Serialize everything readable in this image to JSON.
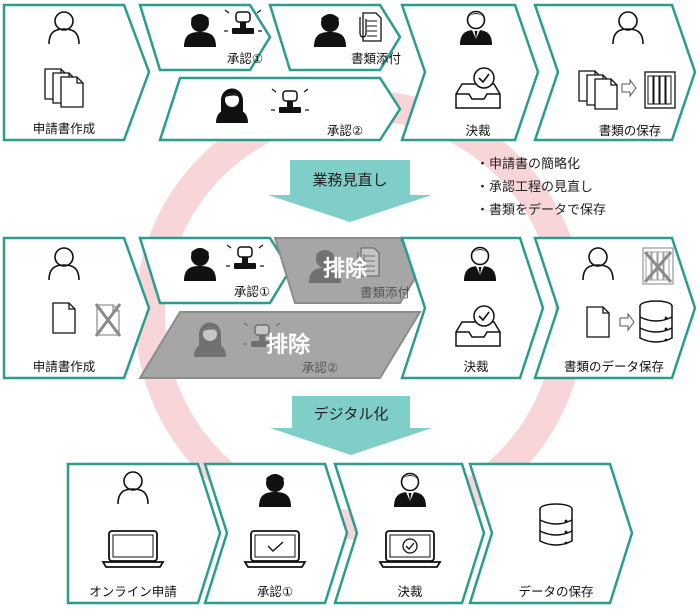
{
  "colors": {
    "teal_border": "#2a9d8f",
    "arrow_fill": "#7fcfc8",
    "ring": "#f8d5d8",
    "gray_box": "#a6a6a6"
  },
  "row1": {
    "s1": "申請書作成",
    "s2": "承認①",
    "s3": "書類添付",
    "s4": "承認②",
    "s5": "決裁",
    "s6": "書類の保存"
  },
  "arrow1": {
    "label": "業務見直し"
  },
  "bullets": [
    "・申請書の簡略化",
    "・承認工程の見直し",
    "・書類をデータで保存"
  ],
  "row2": {
    "s1": "申請書作成",
    "s2": "承認①",
    "s3_removed": "排除",
    "s3": "書類添付",
    "s4_removed": "排除",
    "s4": "承認②",
    "s5": "決裁",
    "s6": "書類のデータ保存"
  },
  "arrow2": {
    "label": "デジタル化"
  },
  "row3": {
    "s1": "オンライン申請",
    "s2": "承認①",
    "s3": "決裁",
    "s4": "データの保存"
  },
  "icons": [
    "person-icon",
    "documents-icon",
    "stamp-icon",
    "clip-document-icon",
    "inbox-check-icon",
    "shelf-icon",
    "database-icon",
    "laptop-icon",
    "cross-icon"
  ]
}
